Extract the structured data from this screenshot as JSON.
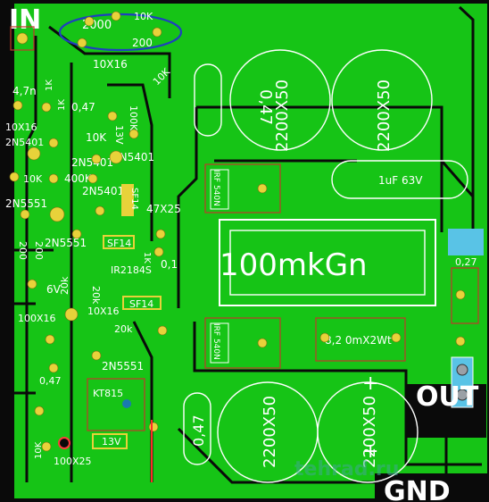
{
  "labels": {
    "in": "IN",
    "out": "OUT",
    "gnd": "GND",
    "inductor": "100mkGn",
    "watermark": "tehrad.ru"
  },
  "components": {
    "r_2000": "2000",
    "r_10k_top": "10K",
    "r_200_top": "200",
    "r_10x16_top": "10X16",
    "c_4n7": "4,7n",
    "r_1k_a": "1K",
    "r_1k_b": "1K",
    "c_047_a": "0,47",
    "d_13v_top": "13V",
    "r_10k_top2": "10K",
    "r_10k_mid": "10K",
    "r_100k": "100K",
    "r_10x16_left": "10X16",
    "q_2n5401_a": "2N5401",
    "q_2n5401_b": "2N5401",
    "q_2n5401_c": "2N5401",
    "q_2n5401_d": "2N5401",
    "r_10k_left": "10K",
    "r_400k": "400K",
    "q_2n5551_a": "2N5551",
    "d_sf14_a": "SF14",
    "r_47x25": "47X25",
    "q_2n5551_b": "2N5551",
    "r_200_a": "200",
    "r_200_b": "200",
    "d_sf14_b": "SF14",
    "r_1k_c": "1K",
    "c_01": "0,1",
    "r_20k_a": "20k",
    "r_20k_b": "20k",
    "ic_ir2184s": "IR2184S",
    "d_6v": "6V",
    "d_sf14_c": "SF14",
    "c_100x16": "100X16",
    "c_10x16_b": "10X16",
    "r_20k_c": "20k",
    "q_2n5551_c": "2N5551",
    "c_047_b": "0,47",
    "q_kt815": "KT815",
    "d_13v_bot": "13V",
    "r_10k_bot": "10K",
    "c_100x25": "100X25",
    "mos_top": "IRF 540N",
    "mos_bot": "IRF 540N",
    "c_047_big": "0,47",
    "c_2200_a": "2200X50",
    "c_2200_b": "2200X50",
    "c_2200_c": "2200X50",
    "c_2200_d": "2200X50",
    "c_1uf": "1uF 63V",
    "c_027": "0,27",
    "r_8_2": "8,2 0mX2Wt",
    "c_047_bot": "0,47",
    "plus_a": "+",
    "plus_b": "+"
  },
  "colors": {
    "copper": "#16c416",
    "copper_dark": "#0e8f0e",
    "silkscreen": "#ffffff",
    "pad": "#e8d23a",
    "outline": "#c0392b",
    "connector": "#59c3e6",
    "annotation": "#1f3fbf"
  }
}
